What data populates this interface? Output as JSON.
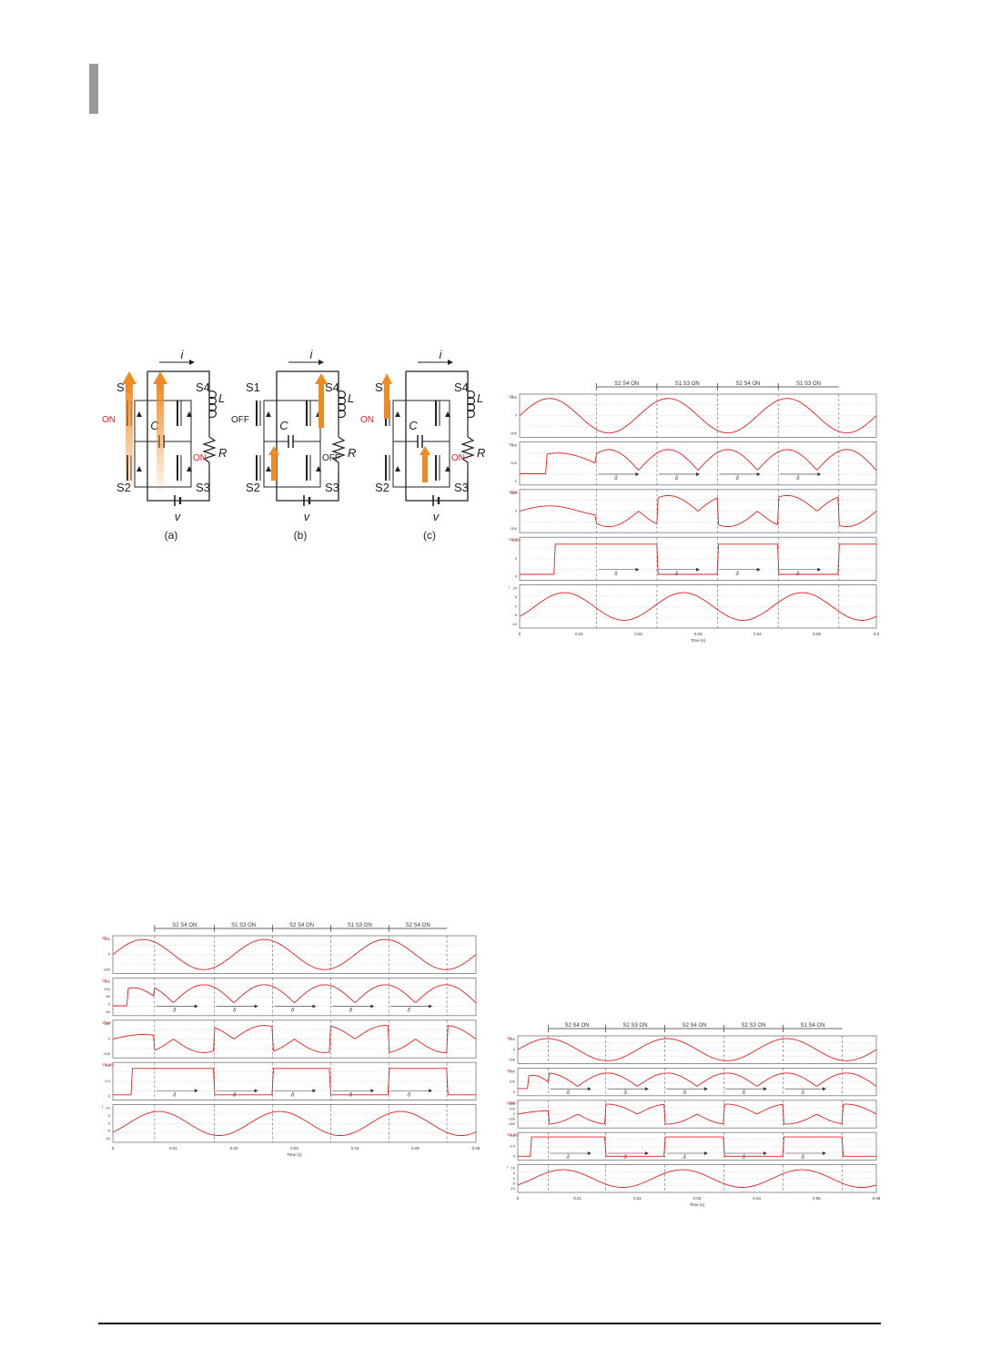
{
  "colors": {
    "trace": "#e02020",
    "switch_on": "#e02020",
    "current_arrow": "#f08a24",
    "frame": "#777777",
    "wire": "#222222"
  },
  "circuit": {
    "subfigures": [
      {
        "caption": "(a)",
        "left_state": "ON",
        "right_state": "ON"
      },
      {
        "caption": "(b)",
        "left_state": "OFF",
        "right_state": "OFF"
      },
      {
        "caption": "(c)",
        "left_state": "ON",
        "right_state": "ON"
      }
    ],
    "labels": {
      "s1": "S1",
      "s2": "S2",
      "s3": "S3",
      "s4": "S4",
      "cap": "C",
      "ind": "L",
      "res": "R",
      "cur": "i",
      "src": "v"
    }
  },
  "scopes": [
    {
      "id": "top-right",
      "intervals": [
        "S2 S4 ON",
        "S1 S3 ON",
        "S2 S4 ON",
        "S1 S3 ON"
      ],
      "delta": "δ",
      "channels": [
        "Vs",
        "Vc",
        "Vlow",
        "Vsung",
        "I"
      ],
      "ticks": [
        [
          "200",
          "0",
          "-200"
        ],
        [
          "200",
          "100",
          "0"
        ],
        [
          "200",
          "0",
          "-200"
        ],
        [
          "0.5",
          "0",
          "0"
        ],
        [
          "10",
          "5",
          "0",
          "-5",
          "-10"
        ]
      ],
      "xticks": [
        "0",
        "0.01",
        "0.02",
        "0.03",
        "0.04",
        "0.05",
        "0.0"
      ],
      "xlabel": "Time (s)"
    },
    {
      "id": "bottom-left",
      "intervals": [
        "S2 S4 ON",
        "S1 S3 ON",
        "S2 S4 ON",
        "S1 S3 ON",
        "S2 S4 ON"
      ],
      "delta": "δ",
      "channels": [
        "Vs",
        "Vc",
        "Vlow",
        "Vsung",
        "I"
      ],
      "ticks": [
        [
          "200",
          "0",
          "-200"
        ],
        [
          "150",
          "100",
          "50",
          "0",
          "-50"
        ],
        [
          "100",
          "0",
          "-100"
        ],
        [
          "0.5",
          "0.4",
          "0"
        ],
        [
          "10",
          "5",
          "0",
          "-5",
          "-10"
        ]
      ],
      "xticks": [
        "0",
        "0.01",
        "0.02",
        "0.03",
        "0.04",
        "0.05",
        "0.06"
      ],
      "xlabel": "Time (s)"
    },
    {
      "id": "bottom-right",
      "intervals": [
        "S2 S4 ON",
        "S2 S3 ON",
        "S2 S4 ON",
        "S2 S3 ON",
        "S1 S4 ON"
      ],
      "delta": "δ",
      "channels": [
        "Vs",
        "Vc",
        "Vlow",
        "Vsung",
        "I"
      ],
      "ticks": [
        [
          "200",
          "0",
          "-200"
        ],
        [
          "200",
          "100",
          "0"
        ],
        [
          "200",
          "100",
          "0",
          "-100",
          "-200"
        ],
        [
          "0.5",
          "0.4",
          "0"
        ],
        [
          "10",
          "5",
          "0",
          "-5",
          "-10"
        ]
      ],
      "xticks": [
        "0",
        "0.01",
        "0.02",
        "0.03",
        "0.04",
        "0.05",
        "0.06"
      ],
      "xlabel": "Time (s)"
    }
  ]
}
